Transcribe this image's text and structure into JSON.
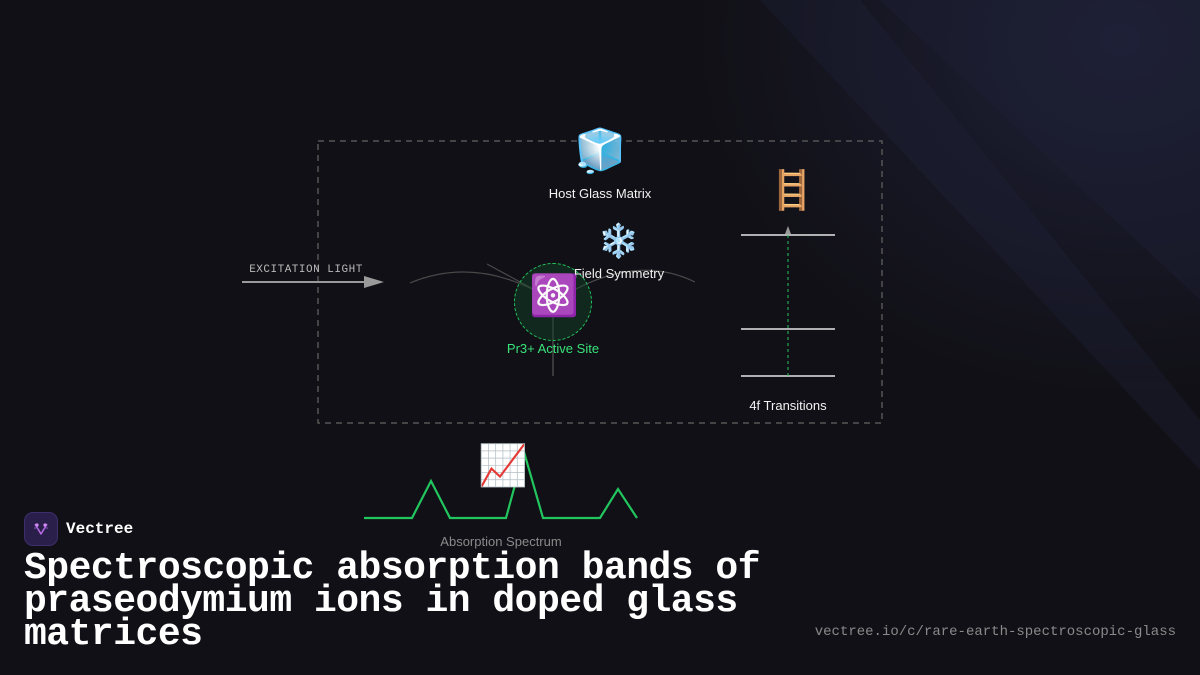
{
  "diagram": {
    "excitation_label": "EXCITATION LIGHT",
    "host": {
      "icon": "ice-cube-icon",
      "emoji": "🧊",
      "label": "Host Glass Matrix"
    },
    "field": {
      "icon": "snowflake-icon",
      "emoji": "❄️",
      "label": "Field Symmetry"
    },
    "site": {
      "icon": "atom-icon",
      "emoji": "⚛️",
      "label": "Pr3+ Active Site"
    },
    "transitions": {
      "icon": "ladder-icon",
      "emoji": "🪜",
      "label": "4f Transitions"
    },
    "spectrum": {
      "icon": "chart-increasing-icon",
      "emoji": "📈",
      "label": "Absorption Spectrum"
    },
    "colors": {
      "accent": "#22c55e",
      "muted": "#8a8a8a",
      "border": "#555555"
    }
  },
  "footer": {
    "brand": "Vectree",
    "title": "Spectroscopic absorption bands of praseodymium ions in doped glass matrices",
    "url": "vectree.io/c/rare-earth-spectroscopic-glass"
  }
}
